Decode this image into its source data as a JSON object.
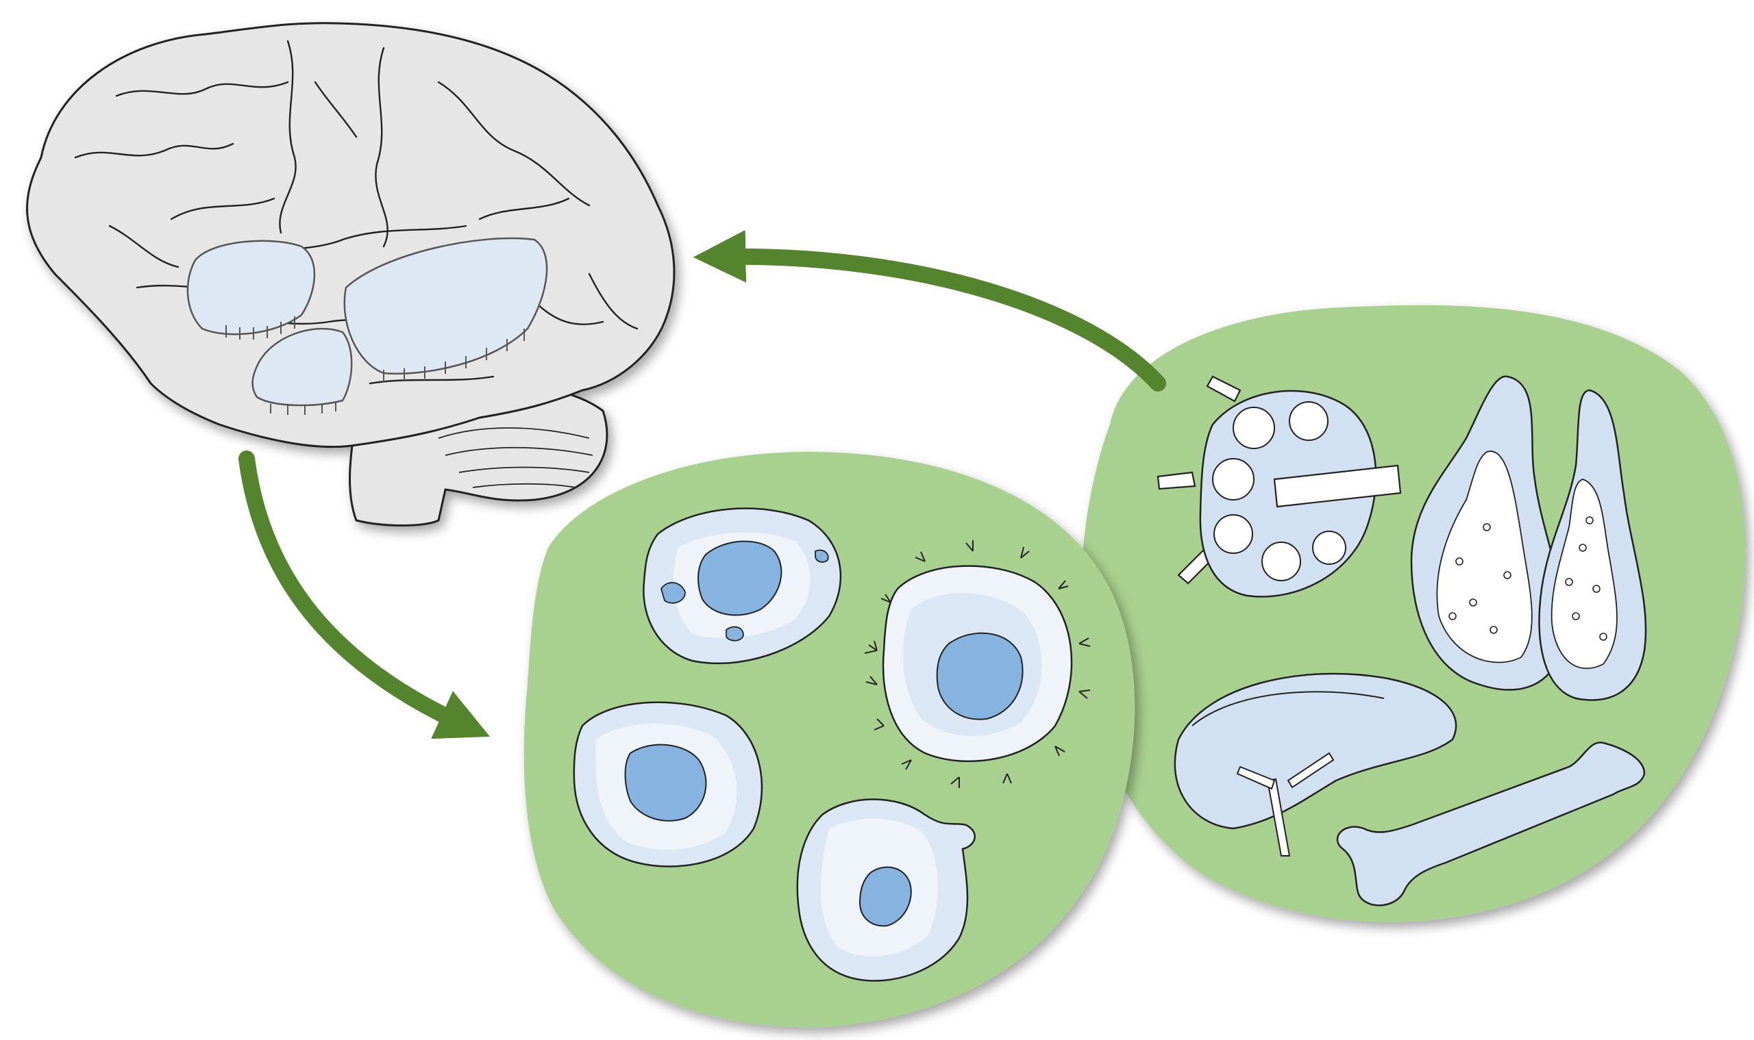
{
  "diagram": {
    "caption": "",
    "colors": {
      "brain_fill": "#e6e6e6",
      "region_fill": "#dde8f4",
      "blob_fill": "#a8d08e",
      "arrow": "#55842f",
      "cell_outer": "#dbe7f4",
      "cell_inner": "#eff4fa",
      "nucleus": "#86b3e0",
      "organ_fill": "#d2e1f1",
      "outline": "#222222"
    },
    "nodes": [
      {
        "id": "brain",
        "icon": "brain-icon",
        "label": ""
      },
      {
        "id": "immune-cells",
        "icon": "immune-cells-icon",
        "label": ""
      },
      {
        "id": "immune-organs",
        "icon": "immune-organs-icon",
        "label": ""
      }
    ],
    "edges": [
      {
        "from": "brain",
        "to": "immune-cells",
        "icon": "arrow-icon"
      },
      {
        "from": "immune-organs",
        "to": "brain",
        "icon": "arrow-icon"
      }
    ]
  }
}
